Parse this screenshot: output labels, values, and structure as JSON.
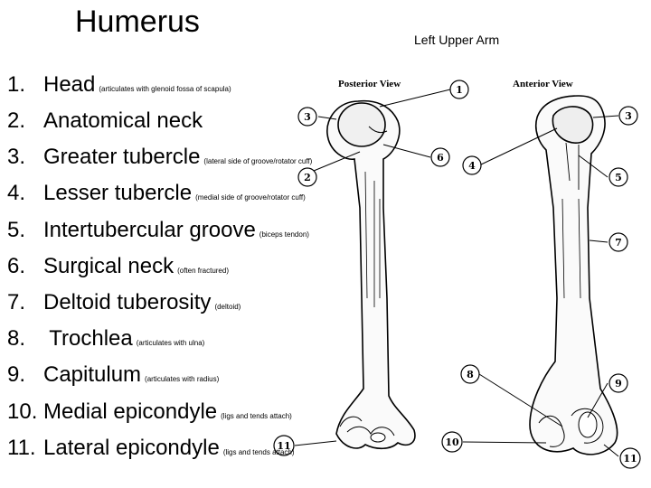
{
  "title": "Humerus",
  "subtitle": "Left Upper Arm",
  "views": {
    "posterior": "Posterior View",
    "anterior": "Anterior View"
  },
  "parts": [
    {
      "num": "1.",
      "name": "Head",
      "note": "(articulates with glenoid fossa of scapula)"
    },
    {
      "num": "2.",
      "name": "Anatomical neck",
      "note": ""
    },
    {
      "num": "3.",
      "name": "Greater tubercle",
      "note": "(lateral side of groove/rotator cuff)"
    },
    {
      "num": "4.",
      "name": "Lesser tubercle",
      "note": "(medial side of groove/rotator cuff)"
    },
    {
      "num": "5.",
      "name": "Intertubercular groove",
      "note": "(biceps tendon)"
    },
    {
      "num": "6.",
      "name": "Surgical neck",
      "note": "(often fractured)"
    },
    {
      "num": "7.",
      "name": "Deltoid tuberosity",
      "note": "(deltoid)"
    },
    {
      "num": "8.",
      "name": " Trochlea",
      "note": "(articulates with ulna)"
    },
    {
      "num": "9.",
      "name": "Capitulum",
      "note": "(articulates with radius)"
    },
    {
      "num": "10.",
      "name": "Medial epicondyle",
      "note": "(ligs and tends attach)"
    },
    {
      "num": "11.",
      "name": "Lateral epicondyle",
      "note": "(ligs and tends attach)"
    }
  ],
  "callouts": {
    "p1": "1",
    "p3": "3",
    "p6": "6",
    "p2": "2",
    "p11": "11",
    "a3": "3",
    "a4": "4",
    "a5": "5",
    "a7": "7",
    "a8": "8",
    "a9": "9",
    "a11": "11"
  }
}
